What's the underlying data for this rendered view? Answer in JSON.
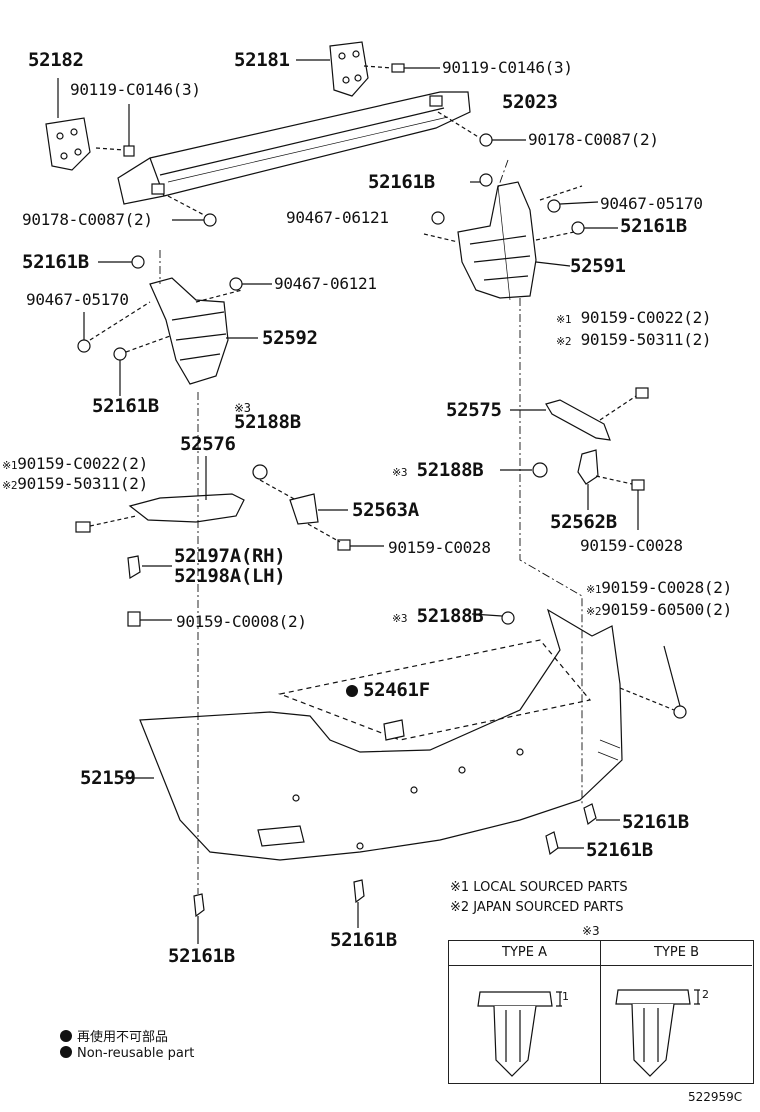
{
  "labels": {
    "p52182": "52182",
    "p52181": "52181",
    "p90119_top": "90119-C0146(3)",
    "p90119_left": "90119-C0146(3)",
    "p52023": "52023",
    "p90178_right": "90178-C0087(2)",
    "p52161B_a": "52161B",
    "p90467_05170_r": "90467-05170",
    "p90178_left": "90178-C0087(2)",
    "p90467_06121_mid": "90467-06121",
    "p52161B_b": "52161B",
    "p52591": "52591",
    "p52161B_c": "52161B",
    "p90467_06121_l": "90467-06121",
    "p90467_05170_l": "90467-05170",
    "p52592": "52592",
    "p90159_C0022_r": "90159-C0022(2)",
    "p90159_50311_r": "90159-50311(2)",
    "p52161B_d": "52161B",
    "p52575": "52575",
    "p52188B_a": "52188B",
    "p52576": "52576",
    "p90159_C0022_l": "90159-C0022(2)",
    "p90159_50311_l": "90159-50311(2)",
    "p52188B_b": "52188B",
    "p52563A": "52563A",
    "p52562B": "52562B",
    "p90159_C0028_a": "90159-C0028",
    "p90159_C0028_b": "90159-C0028",
    "p52197A": "52197A(RH)",
    "p52198A": "52198A(LH)",
    "p90159_C0028_2": "90159-C0028(2)",
    "p90159_60500": "90159-60500(2)",
    "p90159_C0008": "90159-C0008(2)",
    "p52188B_c": "52188B",
    "p52461F": "52461F",
    "p52159": "52159",
    "p52161B_e": "52161B",
    "p52161B_f": "52161B",
    "p52161B_g": "52161B",
    "p52161B_h": "52161B"
  },
  "marks": {
    "ref1": "※1",
    "ref2": "※2",
    "ref3": "※3"
  },
  "notes": {
    "note1": "※1 LOCAL SOURCED PARTS",
    "note2": "※2 JAPAN SOURCED PARTS",
    "table_mark": "※3",
    "type_a": "TYPE A",
    "type_b": "TYPE B",
    "dim_a": "1",
    "dim_b": "2"
  },
  "legend": {
    "jp": "再使用不可部品",
    "en": "Non-reusable part"
  },
  "diagram_id": "522959C"
}
